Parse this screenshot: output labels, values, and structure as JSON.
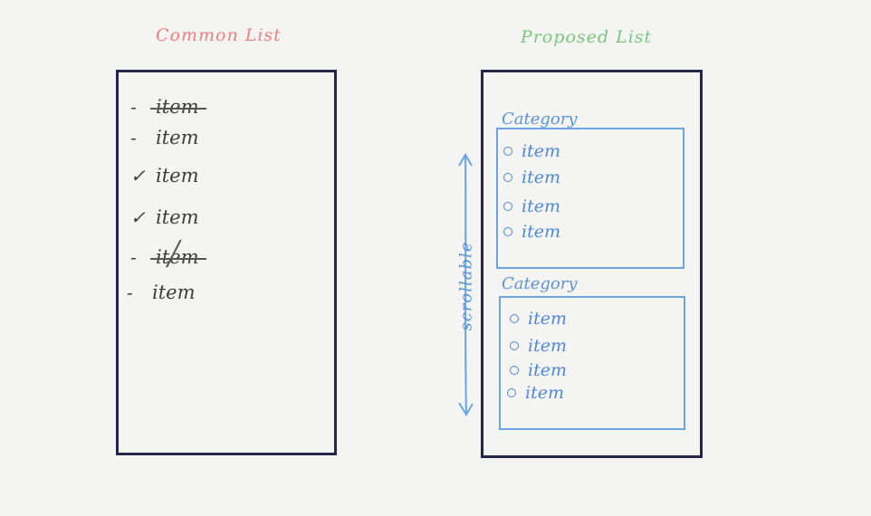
{
  "common_list": {
    "title": "Common List",
    "items": [
      {
        "label": "item",
        "marker": "-",
        "status": "struck"
      },
      {
        "label": "item",
        "marker": "-",
        "status": "plain"
      },
      {
        "label": "item",
        "marker": "✓",
        "status": "checked"
      },
      {
        "label": "item",
        "marker": "✓",
        "status": "checked"
      },
      {
        "label": "item",
        "marker": "-",
        "status": "crossed"
      },
      {
        "label": "item",
        "marker": "-",
        "status": "plain"
      }
    ]
  },
  "proposed_list": {
    "title": "Proposed List",
    "scroll_label": "scrollable",
    "categories": [
      {
        "label": "Category",
        "items": [
          "item",
          "item",
          "item",
          "item"
        ]
      },
      {
        "label": "Category",
        "items": [
          "item",
          "item",
          "item",
          "item"
        ]
      }
    ]
  },
  "colors": {
    "common_title": "#f07f7f",
    "proposed_title": "#79c77a",
    "frame": "#26264a",
    "sketch_blue": "#5b94d8",
    "ink": "#3b3b3b"
  }
}
